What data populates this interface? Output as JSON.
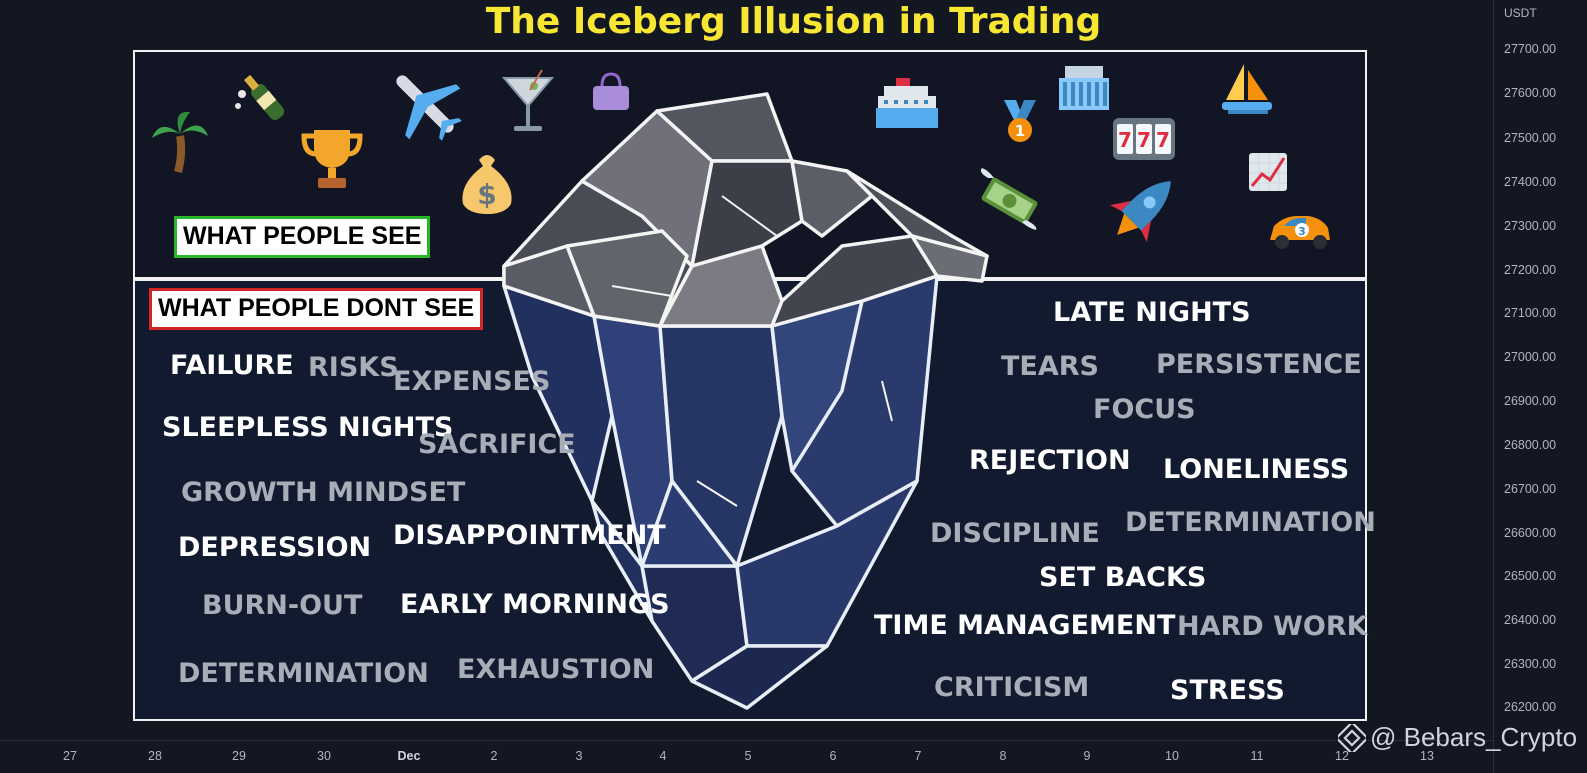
{
  "title": "The Iceberg Illusion in Trading",
  "labels": {
    "see": "WHAT PEOPLE SEE",
    "dont_see": "WHAT PEOPLE DONT SEE"
  },
  "words_left": [
    "FAILURE",
    "RISKS",
    "EXPENSES",
    "SLEEPLESS NIGHTS",
    "SACRIFICE",
    "GROWTH MINDSET",
    "DEPRESSION",
    "DISAPPOINTMENT",
    "BURN-OUT",
    "EARLY MORNINGS",
    "DETERMINATION",
    "EXHAUSTION"
  ],
  "words_right": [
    "LATE NIGHTS",
    "TEARS",
    "PERSISTENCE",
    "FOCUS",
    "REJECTION",
    "LONELINESS",
    "DISCIPLINE",
    "DETERMINATION",
    "SET BACKS",
    "TIME MANAGEMENT",
    "HARD WORK",
    "CRITICISM",
    "STRESS"
  ],
  "price_axis": {
    "unit": "USDT",
    "ticks": [
      "27700.00",
      "27600.00",
      "27500.00",
      "27400.00",
      "27300.00",
      "27200.00",
      "27100.00",
      "27000.00",
      "26900.00",
      "26800.00",
      "26700.00",
      "26600.00",
      "26500.00",
      "26400.00",
      "26300.00",
      "26200.00"
    ]
  },
  "time_axis": {
    "ticks": [
      "27",
      "28",
      "29",
      "30",
      "Dec",
      "2",
      "3",
      "4",
      "5",
      "6",
      "7",
      "8",
      "9",
      "10",
      "11",
      "12",
      "13"
    ]
  },
  "watermark": "@ Bebars_Crypto",
  "icons": [
    "palm-tree-icon",
    "champagne-icon",
    "trophy-icon",
    "airplane-icon",
    "money-bag-icon",
    "cocktail-icon",
    "handbag-icon",
    "cruise-ship-icon",
    "medal-icon",
    "hotel-icon",
    "slot-machine-icon",
    "flying-money-icon",
    "rocket-icon",
    "sailboat-icon",
    "chart-up-icon",
    "race-car-icon"
  ],
  "colors": {
    "background": "#131722",
    "title": "#f7e733",
    "panel_top": "#121624",
    "panel_bottom": "#111a2e",
    "iceberg_top": "#5b5d66",
    "iceberg_bottom": "#2a3a6e"
  }
}
